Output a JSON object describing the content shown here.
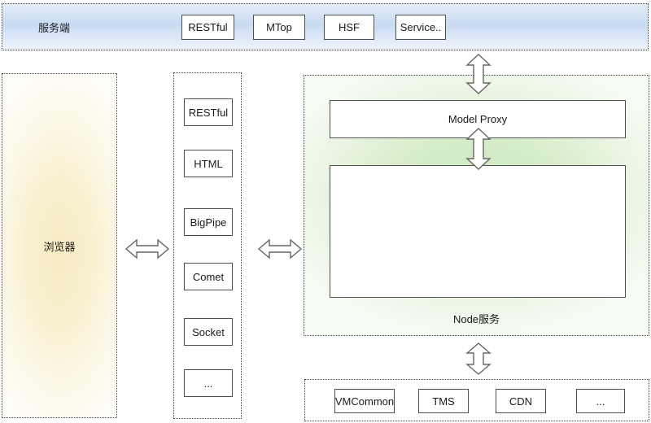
{
  "top_bar": {
    "label": "服务端",
    "boxes": [
      "RESTful",
      "MTop",
      "HSF",
      "Service.."
    ]
  },
  "browser_panel": {
    "label": "浏览器"
  },
  "transport_panel": {
    "boxes": [
      "RESTful",
      "HTML",
      "BigPipe",
      "Comet",
      "Socket",
      "..."
    ]
  },
  "node_panel": {
    "label": "Node服务",
    "model_proxy_label": "Model Proxy"
  },
  "backend_panel": {
    "boxes": [
      "VMCommon",
      "TMS",
      "CDN",
      "..."
    ]
  },
  "colors": {
    "background": "#ffffff",
    "top_bar_blue": "#c9dbf2",
    "browser_yellow": "#f6ecc1",
    "node_green": "#cbe6bd",
    "box_border": "#4e4e4e",
    "panel_dotted_border": "#3f3f3f",
    "arrow_fill": "#ffffff",
    "arrow_stroke": "#666666",
    "text": "#1a1a1a"
  }
}
